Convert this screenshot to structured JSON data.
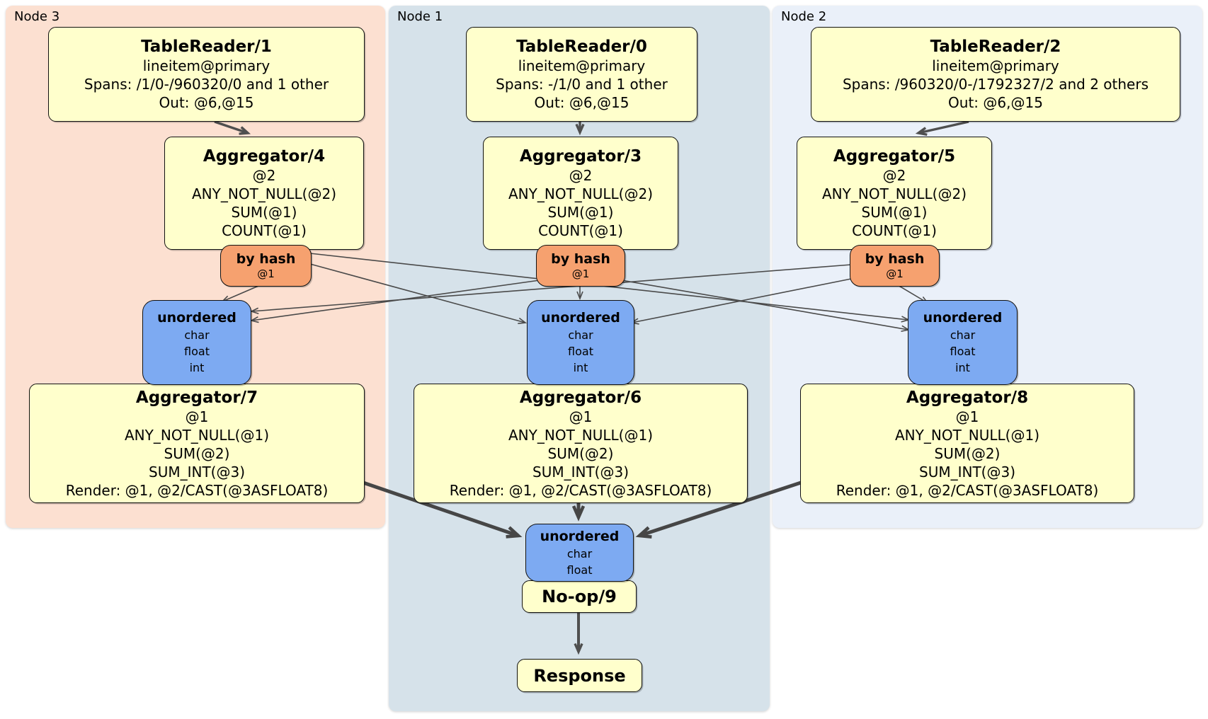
{
  "panels": {
    "node3": {
      "label": "Node 3"
    },
    "node1": {
      "label": "Node 1"
    },
    "node2": {
      "label": "Node 2"
    }
  },
  "processors": {
    "tablereader1": {
      "title": "TableReader/1",
      "lines": [
        "lineitem@primary",
        "Spans: /1/0-/960320/0 and 1 other",
        "Out: @6,@15"
      ]
    },
    "tablereader0": {
      "title": "TableReader/0",
      "lines": [
        "lineitem@primary",
        "Spans: -/1/0 and 1 other",
        "Out: @6,@15"
      ]
    },
    "tablereader2": {
      "title": "TableReader/2",
      "lines": [
        "lineitem@primary",
        "Spans: /960320/0-/1792327/2 and 2 others",
        "Out: @6,@15"
      ]
    },
    "aggregator4": {
      "title": "Aggregator/4",
      "lines": [
        "@2",
        "ANY_NOT_NULL(@2)",
        "SUM(@1)",
        "COUNT(@1)"
      ]
    },
    "aggregator3": {
      "title": "Aggregator/3",
      "lines": [
        "@2",
        "ANY_NOT_NULL(@2)",
        "SUM(@1)",
        "COUNT(@1)"
      ]
    },
    "aggregator5": {
      "title": "Aggregator/5",
      "lines": [
        "@2",
        "ANY_NOT_NULL(@2)",
        "SUM(@1)",
        "COUNT(@1)"
      ]
    },
    "aggregator7": {
      "title": "Aggregator/7",
      "lines": [
        "@1",
        "ANY_NOT_NULL(@1)",
        "SUM(@2)",
        "SUM_INT(@3)",
        "Render: @1, @2/CAST(@3ASFLOAT8)"
      ]
    },
    "aggregator6": {
      "title": "Aggregator/6",
      "lines": [
        "@1",
        "ANY_NOT_NULL(@1)",
        "SUM(@2)",
        "SUM_INT(@3)",
        "Render: @1, @2/CAST(@3ASFLOAT8)"
      ]
    },
    "aggregator8": {
      "title": "Aggregator/8",
      "lines": [
        "@1",
        "ANY_NOT_NULL(@1)",
        "SUM(@2)",
        "SUM_INT(@3)",
        "Render: @1, @2/CAST(@3ASFLOAT8)"
      ]
    },
    "noop9": {
      "title": "No-op/9"
    },
    "response": {
      "title": "Response"
    }
  },
  "router": {
    "title": "by hash",
    "hash_key": "@1"
  },
  "stream_sync": {
    "title": "unordered",
    "columns": [
      "char",
      "float",
      "int"
    ]
  },
  "final_sync": {
    "title": "unordered",
    "columns": [
      "char",
      "float"
    ]
  },
  "colors": {
    "node3_bg": "#fce0d1",
    "node1_bg": "#d6e2ea",
    "node2_bg": "#eaf0f9",
    "processor_bg": "#ffffcc",
    "router_bg": "#f6a16f",
    "sync_bg": "#7daaf2",
    "edge": "#4a4a4a"
  }
}
